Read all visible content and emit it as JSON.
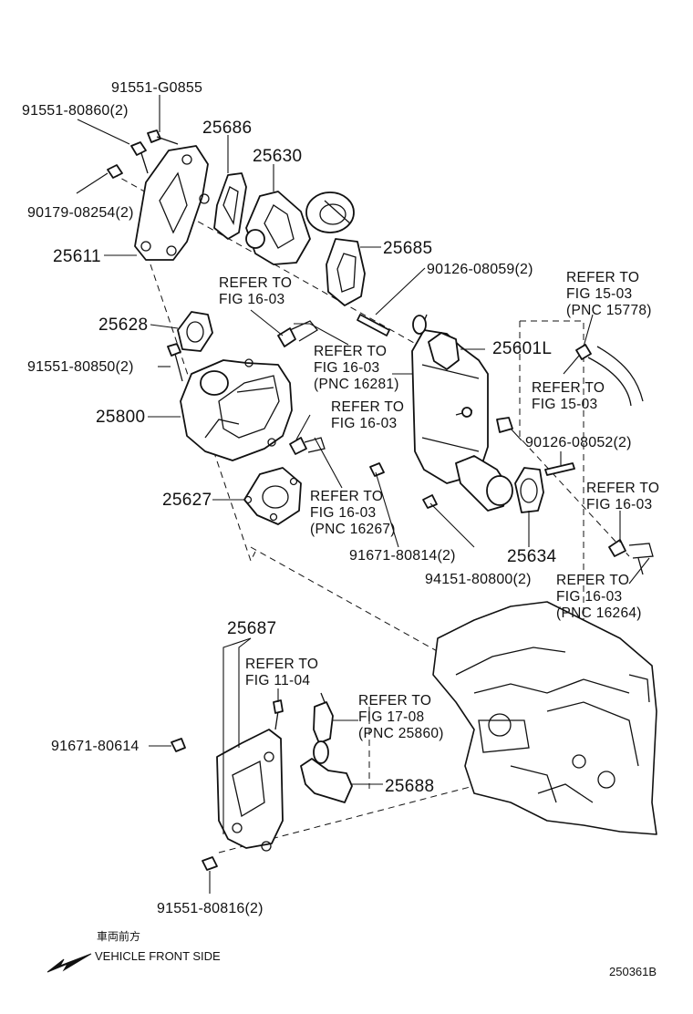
{
  "labels": {
    "pn_91551_G0855": "91551-G0855",
    "pn_91551_80860": "91551-80860(2)",
    "pnc_25686": "25686",
    "pnc_25630": "25630",
    "pn_90179_08254": "90179-08254(2)",
    "pnc_25611": "25611",
    "pnc_25685": "25685",
    "pn_90126_08059": "90126-08059(2)",
    "pnc_25628": "25628",
    "pn_91551_80850": "91551-80850(2)",
    "pnc_25800": "25800",
    "pnc_25601L": "25601L",
    "pn_90126_08052": "90126-08052(2)",
    "pnc_25627": "25627",
    "pn_91671_80814": "91671-80814(2)",
    "pn_94151_80800": "94151-80800(2)",
    "pnc_25634": "25634",
    "pnc_25687": "25687",
    "pn_91671_80614": "91671-80614",
    "pnc_25688": "25688",
    "pn_91551_80816": "91551-80816(2)"
  },
  "references": {
    "ref_a": {
      "line1": "REFER TO",
      "line2": "FIG 16-03",
      "line3": ""
    },
    "ref_b": {
      "line1": "REFER TO",
      "line2": "FIG 16-03",
      "line3": "(PNC 16281)"
    },
    "ref_c": {
      "line1": "REFER TO",
      "line2": "FIG 16-03",
      "line3": ""
    },
    "ref_d": {
      "line1": "REFER TO",
      "line2": "FIG 16-03",
      "line3": "(PNC 16267)"
    },
    "ref_e": {
      "line1": "REFER TO",
      "line2": "FIG 15-03",
      "line3": "(PNC 15778)"
    },
    "ref_f": {
      "line1": "REFER TO",
      "line2": "FIG 15-03",
      "line3": ""
    },
    "ref_g": {
      "line1": "REFER TO",
      "line2": "FIG 16-03",
      "line3": ""
    },
    "ref_h": {
      "line1": "REFER TO",
      "line2": "FIG 16-03",
      "line3": "(PNC 16264)"
    },
    "ref_i": {
      "line1": "REFER TO",
      "line2": "FIG 11-04",
      "line3": ""
    },
    "ref_j": {
      "line1": "REFER TO",
      "line2": "FIG 17-08",
      "line3": "(PNC 25860)"
    }
  },
  "footer": {
    "front_jp": "車両前方",
    "front_en": "VEHICLE FRONT SIDE",
    "diagram_code": "250361B"
  },
  "icons": {
    "front_arrow": "arrow-left-down-icon"
  }
}
